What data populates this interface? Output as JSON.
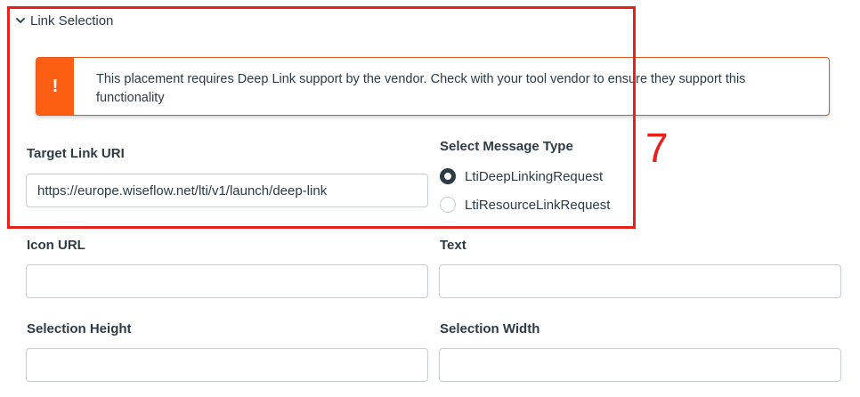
{
  "section": {
    "title": "Link Selection",
    "toggle_icon": "chevron-down-icon"
  },
  "alert": {
    "icon": "!",
    "icon_name": "warning-icon",
    "message": "This placement requires Deep Link support by the vendor. Check with your tool vendor to ensure they support this functionality",
    "accent_color": "#fc5e13"
  },
  "target_link_uri": {
    "label": "Target Link URI",
    "value": "https://europe.wiseflow.net/lti/v1/launch/deep-link"
  },
  "message_type": {
    "label": "Select Message Type",
    "options": [
      {
        "label": "LtiDeepLinkingRequest",
        "selected": true
      },
      {
        "label": "LtiResourceLinkRequest",
        "selected": false
      }
    ]
  },
  "icon_url": {
    "label": "Icon URL",
    "value": ""
  },
  "text": {
    "label": "Text",
    "value": ""
  },
  "selection_height": {
    "label": "Selection Height",
    "value": ""
  },
  "selection_width": {
    "label": "Selection Width",
    "value": ""
  },
  "annotation": {
    "number": "7",
    "color": "#e8201c"
  }
}
